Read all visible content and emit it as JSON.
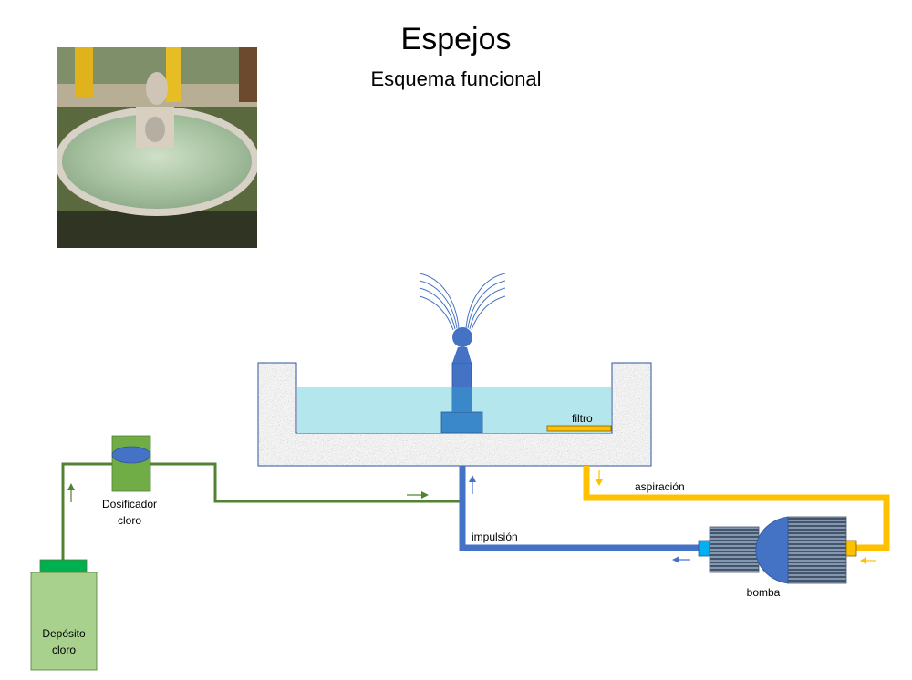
{
  "header": {
    "title": "Espejos",
    "subtitle": "Esquema funcional"
  },
  "photo": {
    "description": "Fuente circular con estatua en un parque"
  },
  "labels": {
    "filter": "filtro",
    "suction": "aspiración",
    "discharge": "impulsión",
    "pump": "bomba",
    "doser_line1": "Dosificador",
    "doser_line2": "cloro",
    "tank_line1": "Depósito",
    "tank_line2": "cloro"
  },
  "colors": {
    "chlorine_pipe": "#548235",
    "discharge_pipe": "#4472c4",
    "suction_pipe": "#ffc000",
    "water": "#b4e6ee",
    "fountain": "#4472c4",
    "tank_body": "#a9d18e",
    "tank_cap": "#00b050",
    "doser_body": "#70ad47",
    "pump_outlet": "#00b0f0"
  }
}
